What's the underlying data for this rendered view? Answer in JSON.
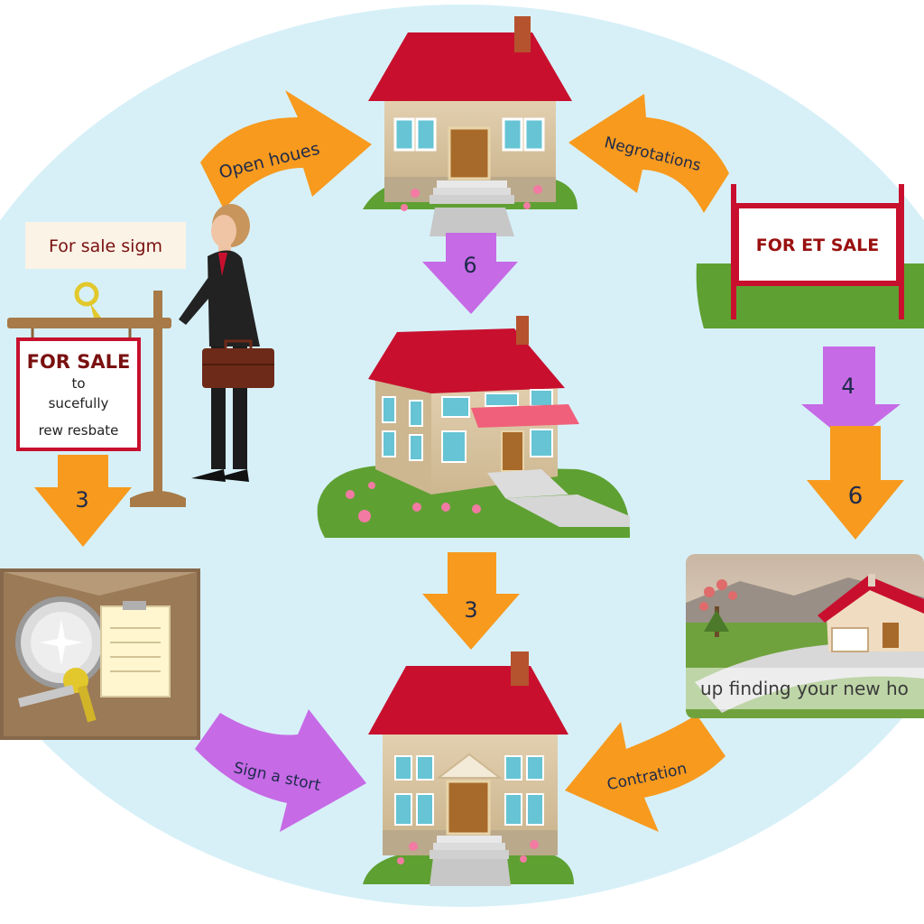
{
  "colors": {
    "background": "#d7f0f8",
    "orange_arrow": "#f79a1e",
    "purple_arrow": "#c66ae6",
    "roof": "#c8102e",
    "wall": "#d8c3a1",
    "grass": "#5fa032"
  },
  "arrows": {
    "open_houses": "Open houes",
    "negotiations": "Negrotations",
    "center_down_top": "6",
    "right_down_top": "4",
    "right_down_bottom": "6",
    "center_down_bottom": "3",
    "left_down": "3",
    "sign_a_contract": "Sign a stort",
    "contract": "Contration"
  },
  "left_panel": {
    "label": "For sale sigm",
    "sign_title": "FOR SALE",
    "sign_line1": "to",
    "sign_line2": "sucefully",
    "sign_line3": "rew resbate"
  },
  "right_panel": {
    "sign_text": "FOR ET SALE",
    "photo_caption": "up finding your new ho"
  }
}
